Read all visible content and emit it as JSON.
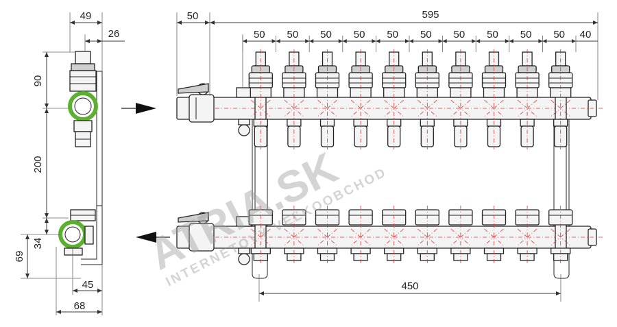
{
  "watermark": {
    "brand": "ATRIA.SK",
    "tagline": "INTERNETOVÝ VEĽKOOBCHOD"
  },
  "side_view": {
    "dim_top_width": "49",
    "dim_top_offset": "26",
    "dim_upper_height": "90",
    "dim_pipe_spacing": "200",
    "dim_lower_height": "34",
    "dim_bottom_height": "69",
    "dim_bottom_width_a": "45",
    "dim_bottom_width_b": "68"
  },
  "front_view": {
    "dim_left_offset": "50",
    "dim_total_length": "595",
    "outlet_spacings": [
      "50",
      "50",
      "50",
      "50",
      "50",
      "50",
      "50",
      "50",
      "50",
      "50"
    ],
    "dim_end_offset": "40",
    "dim_bracket_spacing": "450"
  },
  "flow": {
    "supply_arrow": "arrow-right",
    "return_arrow": "arrow-left"
  },
  "colors": {
    "pipe_ring": "#5bb12f",
    "center_line": "#dd3333"
  }
}
